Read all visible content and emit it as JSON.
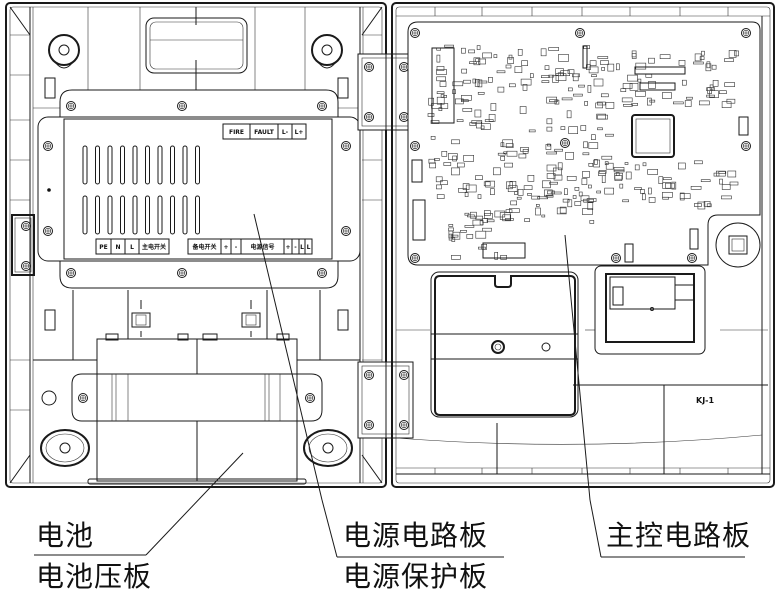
{
  "title": "Fire alarm control panel internal layout",
  "power_board_terminals_top": [
    "FIRE",
    "FAULT",
    "L-",
    "L+"
  ],
  "power_board_terminals_bottom_left": [
    "PE",
    "N",
    "L",
    "主电开关"
  ],
  "power_board_terminals_bottom_right": [
    "备电开关",
    "+",
    "-",
    "电源信号",
    "+",
    "-",
    "L",
    "L"
  ],
  "model_label": "KJ-1",
  "callouts": {
    "battery": "电池",
    "battery_clamp": "电池压板",
    "power_circuit_board": "电源电路板",
    "power_protection_board": "电源保护板",
    "main_control_board": "主控电路板"
  },
  "colors": {
    "line": "#1a1a1a",
    "background": "#ffffff"
  }
}
